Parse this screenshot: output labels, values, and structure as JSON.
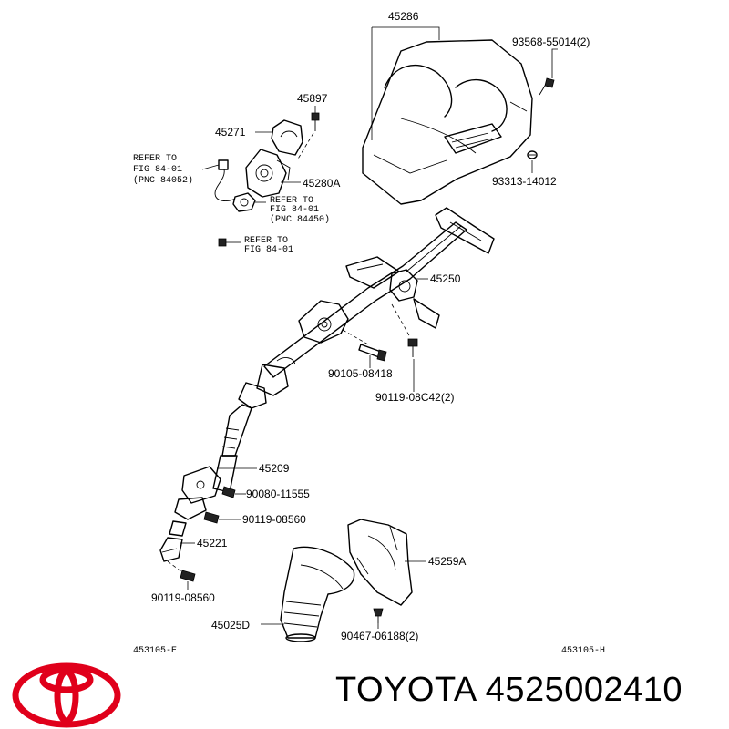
{
  "diagram": {
    "parts": {
      "cover_upper": "45286",
      "screw": "93568-55014(2)",
      "clip": "93313-14012",
      "bolt_45897": "45897",
      "bracket_45271": "45271",
      "lock_45280a": "45280A",
      "column_assembly": "45250",
      "bolt_08418": "90105-08418",
      "bolt_08c42": "90119-08C42(2)",
      "shaft_45209": "45209",
      "bolt_11555": "90080-11555",
      "bolt_08560_a": "90119-08560",
      "joint_45221": "45221",
      "bolt_08560_b": "90119-08560",
      "boot_45025d": "45025D",
      "cover_45259a": "45259A",
      "clip_06188": "90467-06188(2)"
    },
    "refs": {
      "ref1_line1": "REFER TO",
      "ref1_line2": "FIG 84-01",
      "ref1_line3": "(PNC 84052)",
      "ref2_line1": "REFER TO",
      "ref2_line2": "FIG 84-01",
      "ref2_line3": "(PNC 84450)",
      "ref3_line1": "REFER TO",
      "ref3_line2": "FIG 84-01"
    },
    "footer_codes": {
      "left": "453105-E",
      "right": "453105-H"
    }
  },
  "brand": {
    "logo": "toyota-logo",
    "logo_color": "#e0001b",
    "name": "TOYOTA 4525002410"
  }
}
